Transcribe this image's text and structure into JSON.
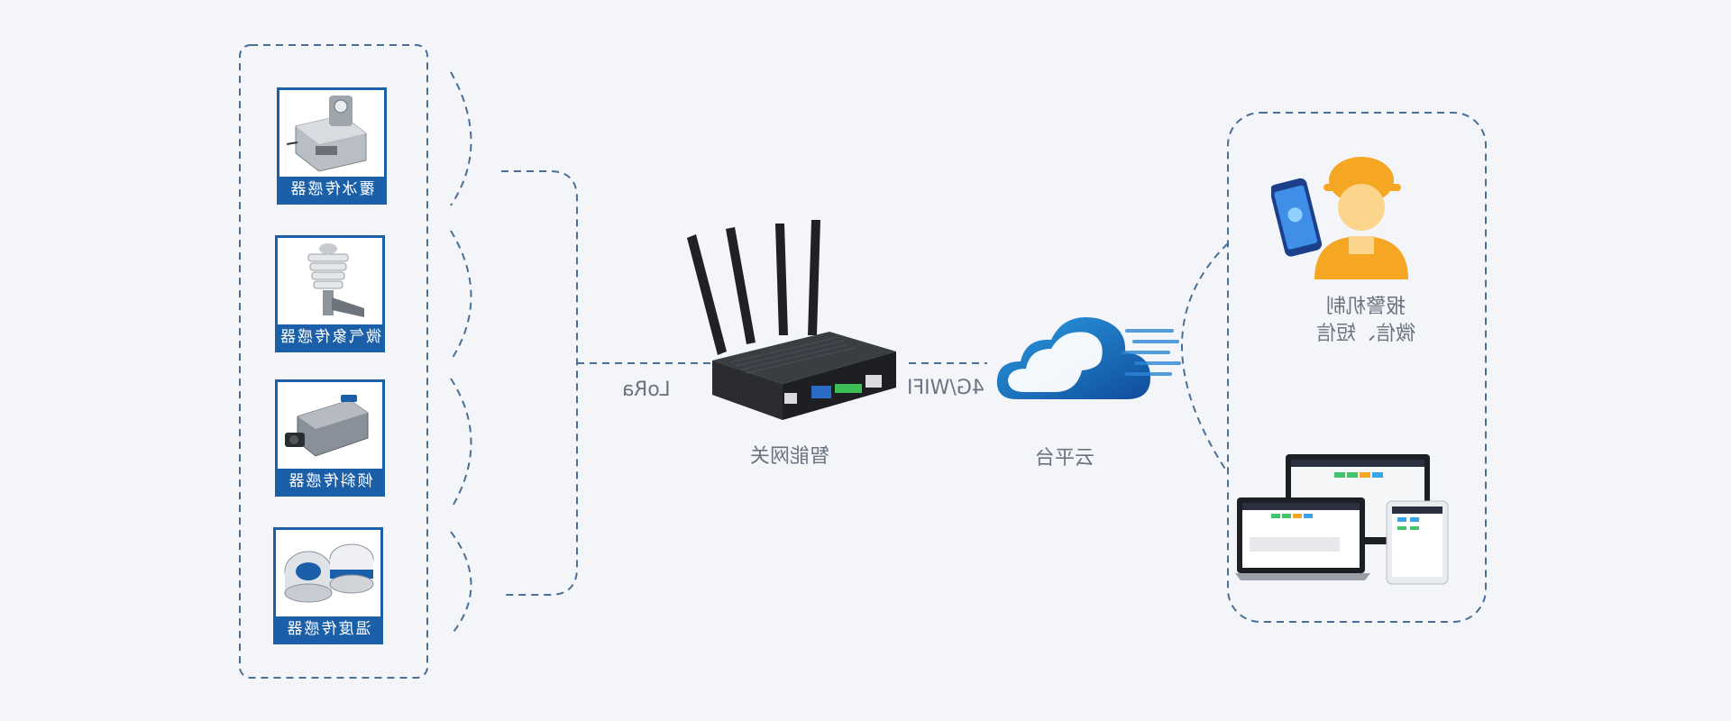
{
  "sensors": [
    {
      "label": "覆冰传感器",
      "icon": "ice-sensor-icon"
    },
    {
      "label": "微气象传感器",
      "icon": "weather-sensor-icon"
    },
    {
      "label": "倾斜传感器",
      "icon": "tilt-sensor-icon"
    },
    {
      "label": "温度传感器",
      "icon": "temperature-sensor-icon"
    }
  ],
  "links": {
    "lora": "LoRa",
    "net": "4G/WIFI"
  },
  "gateway": {
    "label": "智能网关"
  },
  "cloud": {
    "label": "云平台"
  },
  "alarm": {
    "line1": "报警机制",
    "line2": "微信、短信"
  },
  "colors": {
    "accent": "#1a5fa8",
    "dash": "#4a6f95",
    "cloud": "#1f77c4",
    "helmet": "#f5a623"
  }
}
